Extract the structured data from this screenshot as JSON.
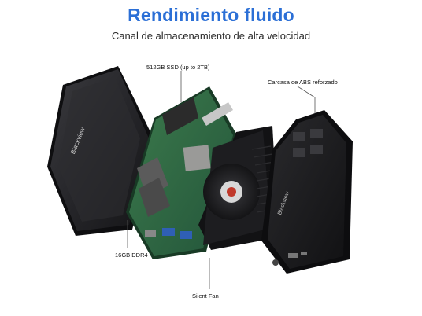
{
  "header": {
    "title": "Rendimiento fluido",
    "subtitle": "Canal de almacenamiento de alta velocidad"
  },
  "callouts": {
    "ssd": "512GB SSD (up to 2TB)",
    "case": "Carcasa de ABS reforzado",
    "ram": "16GB DDR4",
    "fan": "Silent Fan"
  },
  "product": {
    "lid_brand": "Blackview",
    "case_brand": "Blackview"
  },
  "colors": {
    "title": "#2b6fd6",
    "pcb": "#2e6a40",
    "case": "#1c1c1e"
  }
}
